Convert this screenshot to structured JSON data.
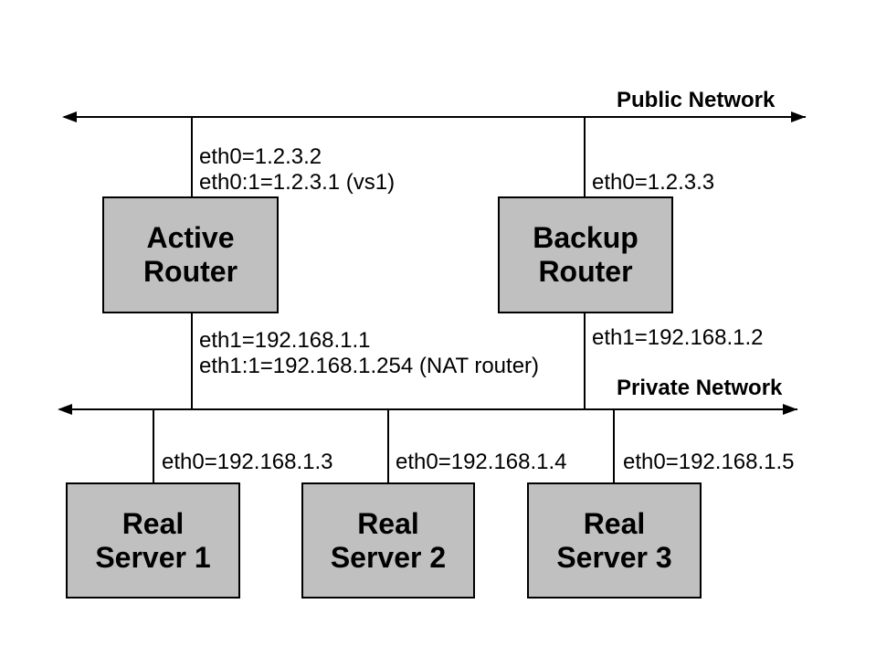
{
  "colors": {
    "background": "#ffffff",
    "line": "#000000",
    "box_fill": "#c0c0c0",
    "box_border": "#000000",
    "text": "#000000"
  },
  "public_network": {
    "label": "Public Network",
    "active_attach_line1": "eth0=1.2.3.2",
    "active_attach_line2": "eth0:1=1.2.3.1 (vs1)",
    "backup_attach": "eth0=1.2.3.3"
  },
  "private_network": {
    "label": "Private Network",
    "active_attach_line1": "eth1=192.168.1.1",
    "active_attach_line2": "eth1:1=192.168.1.254 (NAT router)",
    "backup_attach": "eth1=192.168.1.2"
  },
  "routers": {
    "active": {
      "line1": "Active",
      "line2": "Router"
    },
    "backup": {
      "line1": "Backup",
      "line2": "Router"
    }
  },
  "servers": [
    {
      "line1": "Real",
      "line2": "Server 1",
      "eth0": "eth0=192.168.1.3"
    },
    {
      "line1": "Real",
      "line2": "Server 2",
      "eth0": "eth0=192.168.1.4"
    },
    {
      "line1": "Real",
      "line2": "Server 3",
      "eth0": "eth0=192.168.1.5"
    }
  ]
}
